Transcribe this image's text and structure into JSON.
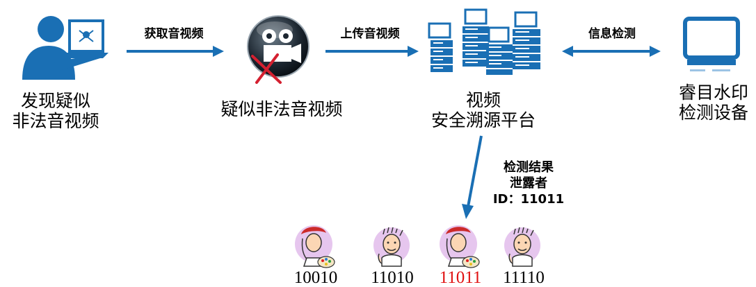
{
  "nodes": {
    "discover": {
      "line1": "发现疑似",
      "line2": "非法音视频"
    },
    "suspect": {
      "label": "疑似非法音视频"
    },
    "platform": {
      "line1": "视频",
      "line2": "安全溯源平台"
    },
    "device": {
      "line1": "睿目水印",
      "line2": "检测设备"
    }
  },
  "edges": {
    "acquire": "获取音视频",
    "upload": "上传音视频",
    "detect": "信息检测"
  },
  "result": {
    "line1": "检测结果",
    "line2": "泄露者",
    "line3": "ID：11011"
  },
  "people": [
    {
      "id": "10010",
      "color": "#000000"
    },
    {
      "id": "11010",
      "color": "#000000"
    },
    {
      "id": "11011",
      "color": "#e01010"
    },
    {
      "id": "11110",
      "color": "#000000"
    }
  ],
  "colors": {
    "icon": "#1a6fb4",
    "arrow": "#1a6fb4",
    "cross": "#d42030",
    "highlight": "#e01010"
  }
}
